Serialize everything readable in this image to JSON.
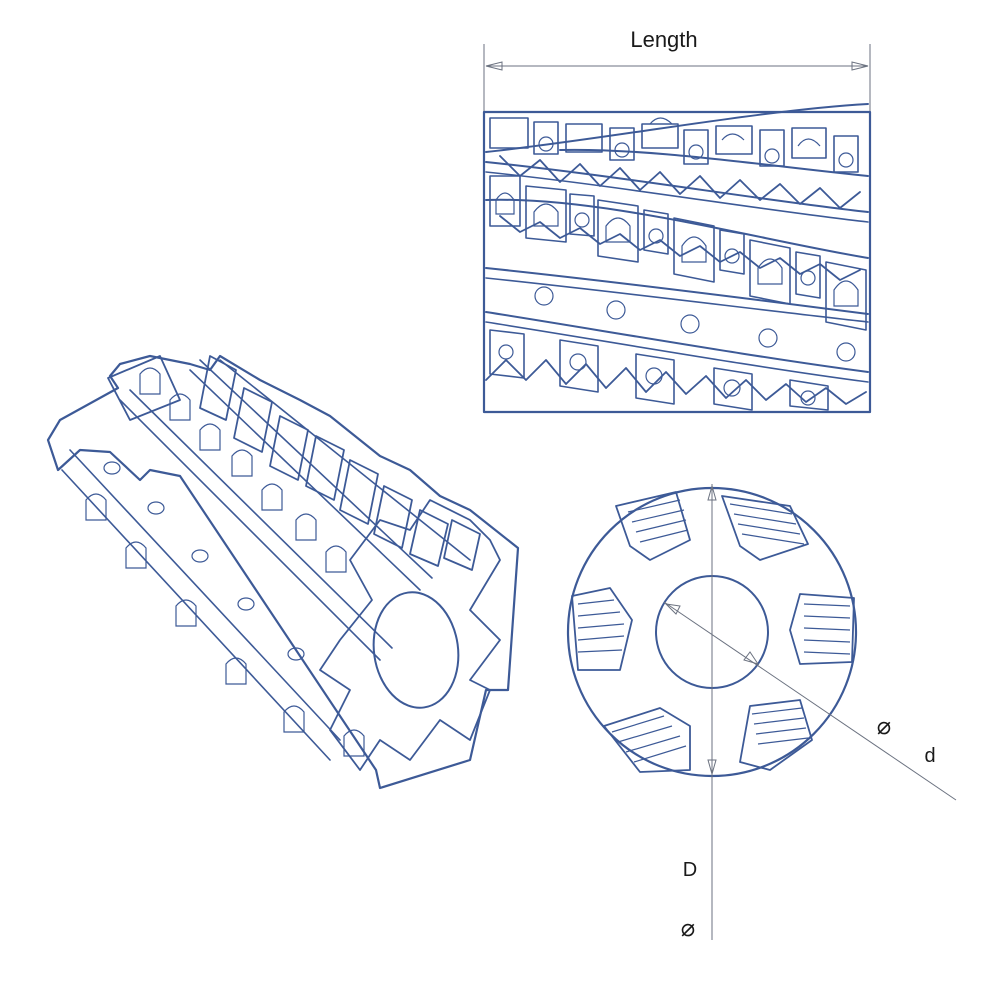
{
  "diagram": {
    "labels": {
      "length": "Length",
      "outer_diameter": "D",
      "inner_diameter": "d",
      "diameter_symbol": "⌀"
    },
    "colors": {
      "line": "#3d5a97",
      "dimension": "#6b7280",
      "text": "#1a1a1a",
      "background": "#ffffff"
    }
  }
}
